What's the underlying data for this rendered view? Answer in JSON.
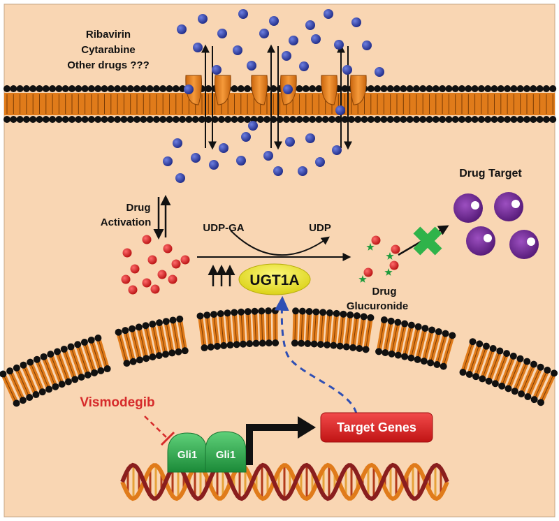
{
  "drugs": {
    "line1": "Ribavirin",
    "line2": "Cytarabine",
    "line3": "Other drugs ???"
  },
  "activation": {
    "line1": "Drug",
    "line2": "Activation"
  },
  "cofactor_in": "UDP-GA",
  "cofactor_out": "UDP",
  "enzyme": "UGT1A",
  "induction_arrows": "↑↑↑",
  "product": {
    "line1": "Drug",
    "line2": "Glucuronide"
  },
  "drug_target": "Drug Target",
  "inhibitor": "Vismodegib",
  "transcription_factor": "Gli1",
  "target_genes": "Target Genes",
  "colors": {
    "background": "#f9d6b3",
    "membrane_head": "#111111",
    "membrane_tail": "#e07b1a",
    "drug_molecule": "#2d3a9c",
    "activated_drug": "#d41f1f",
    "enzyme_fill": "#f2ec1f",
    "target_fill": "#7a2a9a",
    "block_cross": "#2fb34a",
    "inhibitor_text": "#d62b2b",
    "gli1_fill": "#2aa84a",
    "target_genes_fill": "#e0242a",
    "dashed_arrow": "#2f4fb4"
  }
}
